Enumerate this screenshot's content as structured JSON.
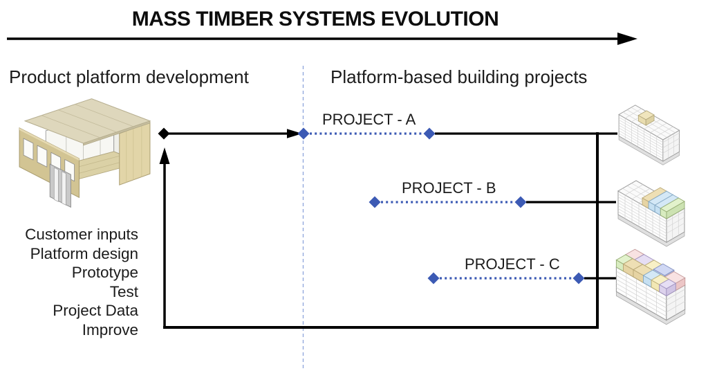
{
  "title": "MASS TIMBER SYSTEMS EVOLUTION",
  "left_section": {
    "header": "Product platform development",
    "steps": [
      "Customer inputs",
      "Platform design",
      "Prototype",
      "Test",
      "Project Data",
      "Improve"
    ]
  },
  "right_section": {
    "header": "Platform-based building projects"
  },
  "projects": [
    {
      "label": "PROJECT - A"
    },
    {
      "label": "PROJECT - B"
    },
    {
      "label": "PROJECT - C"
    }
  ],
  "icons": {
    "platform_module": "exploded-timber-module-icon",
    "building_a": "isometric-building-one-highlight-block",
    "building_b": "isometric-building-several-colored-blocks",
    "building_c": "isometric-building-many-colored-blocks"
  },
  "colors": {
    "accent_blue": "#3c5ab4",
    "divider_blue": "#93a9de",
    "line_black": "#000000"
  }
}
